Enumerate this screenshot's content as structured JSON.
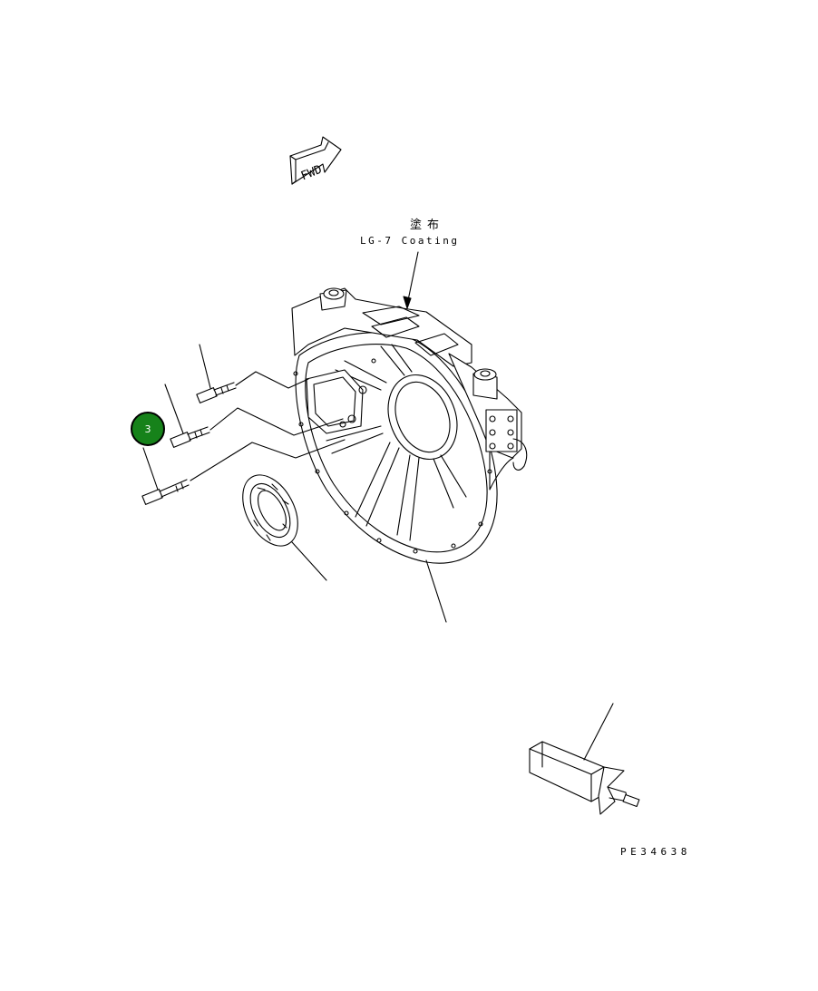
{
  "coating_note": {
    "jp": "塗布",
    "en": "LG-7 Coating"
  },
  "direction_arrow": {
    "label": "FWD"
  },
  "callouts": [
    {
      "number": "3",
      "color": "#16821a"
    }
  ],
  "figure_number": "PE34638"
}
